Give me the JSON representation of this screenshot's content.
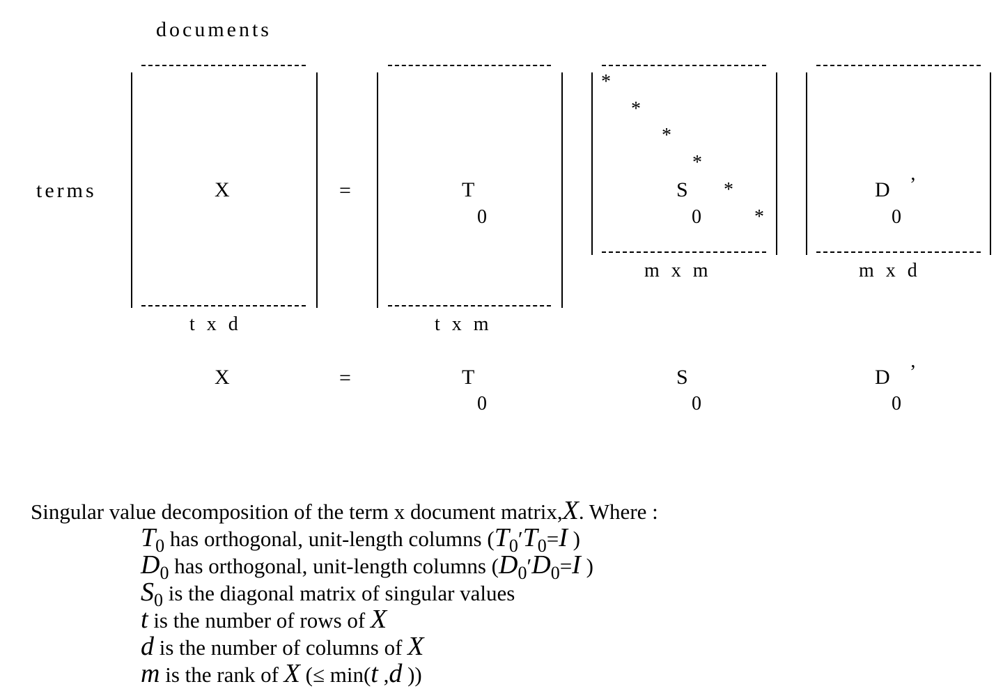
{
  "diagram": {
    "documents_label": "documents",
    "terms_label": "terms",
    "matrix_x": {
      "name": "X",
      "dims": "t x d"
    },
    "equals": "=",
    "matrix_t": {
      "name": "T",
      "subscript": "0",
      "dims": "t x m"
    },
    "matrix_s": {
      "name": "S",
      "subscript": "0",
      "dims": "m x m",
      "diag_mark": "*"
    },
    "matrix_d": {
      "name": "D",
      "prime": "’",
      "subscript": "0",
      "dims": "m x d"
    }
  },
  "equation": {
    "x": "X",
    "equals": "=",
    "t": "T",
    "t_sub": "0",
    "s": "S",
    "s_sub": "0",
    "d": "D",
    "d_prime": "’",
    "d_sub": "0"
  },
  "legend": {
    "intro_text": "Singular value decomposition of the term x document matrix,",
    "intro_var": "X",
    "intro_end": ".  Where :",
    "line1": {
      "var": "T",
      "sub": "0",
      "text": " has orthogonal, unit-length columns (",
      "f_a": "T",
      "f_a_sub": "0",
      "f_prime": "′",
      "f_b": "T",
      "f_b_sub": "0",
      "f_eq": "=",
      "f_i": "I",
      "close": " )"
    },
    "line2": {
      "var": "D",
      "sub": "0",
      "text": " has orthogonal, unit-length columns (",
      "f_a": "D",
      "f_a_sub": "0",
      "f_prime": "′",
      "f_b": "D",
      "f_b_sub": "0",
      "f_eq": "=",
      "f_i": "I",
      "close": " )"
    },
    "line3": {
      "var": "S",
      "sub": "0",
      "text": " is the diagonal matrix of singular values"
    },
    "line4": {
      "var": "t",
      "text": "  is the number of rows of ",
      "ref": "X"
    },
    "line5": {
      "var": "d",
      "text": "  is the number of columns of ",
      "ref": "X"
    },
    "line6": {
      "var": "m",
      "text": "  is the rank of ",
      "ref": "X",
      "paren_open": "  (≤ min(",
      "a": "t",
      "comma": " ,",
      "b": "d",
      "paren_close": " ))"
    }
  }
}
